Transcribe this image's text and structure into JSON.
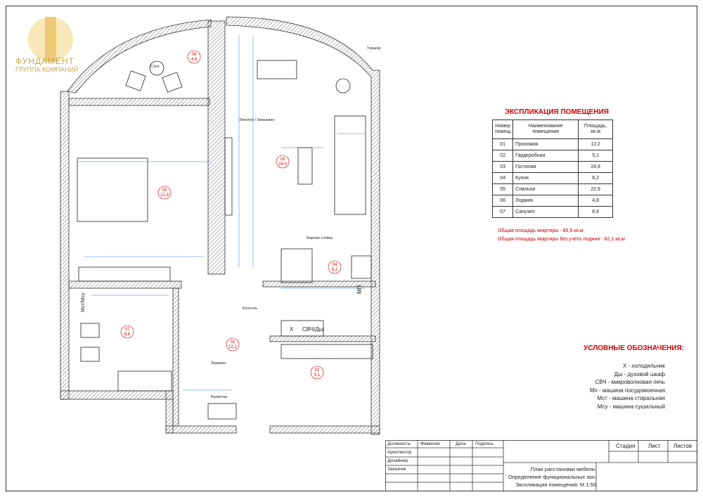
{
  "logo": {
    "name": "ФУНДАМЕНТ",
    "sub": "ГРУППА КОМПАНИЙ"
  },
  "explication": {
    "title": "ЭКСПЛИКАЦИЯ ПОМЕЩЕНИЯ",
    "headers": [
      "Номер помещ",
      "Наименование помещения",
      "Площадь, кв.м"
    ],
    "rows": [
      [
        "01",
        "Прихожая",
        "12,2"
      ],
      [
        "02",
        "Гардеробная",
        "5,1"
      ],
      [
        "03",
        "Гостиная",
        "24,9"
      ],
      [
        "04",
        "Кухня",
        "8,2"
      ],
      [
        "05",
        "Спальня",
        "22,9"
      ],
      [
        "06",
        "Лоджия",
        "4,8"
      ],
      [
        "07",
        "Санузел",
        "8,8"
      ]
    ],
    "total": "Общая площадь квартиры  -  86,9 кв.м",
    "total_no_loggia": "Общая площадь квартиры без учета лоджии  -  82,1 кв.м"
  },
  "legend": {
    "title": "УСЛОВНЫЕ ОБОЗНАЧЕНИЯ:",
    "items": [
      "Х  - холодильник",
      "Дш - духовой шкаф",
      "СВЧ - микроволновая печь",
      "Мп - машина посудомоечная",
      "Мст - машина стиральная",
      "Мсу - машина сушильный"
    ]
  },
  "plan": {
    "rooms": [
      {
        "num": "06",
        "area": "4,8"
      },
      {
        "num": "05",
        "area": "22,9"
      },
      {
        "num": "03",
        "area": "24,9"
      },
      {
        "num": "04",
        "area": "8,2"
      },
      {
        "num": "07",
        "area": "8,8"
      },
      {
        "num": "01",
        "area": "12,2"
      },
      {
        "num": "02",
        "area": "5,1"
      }
    ],
    "labels": {
      "torsher": "Торшер",
      "stol": "Стол",
      "electro": "Электро / биокамин",
      "bar": "Барная стойка",
      "konsol": "Консоль",
      "zerkalo": "Зеркало",
      "banketka": "Банкетка",
      "mst": "Мст/Мсу",
      "mp": "МП",
      "x": "Х",
      "svch": "СВЧ/Дш"
    }
  },
  "stamp": {
    "cols": [
      "Должность",
      "Фамилия",
      "Дата",
      "Подпись"
    ],
    "roles": [
      "Архитектор",
      "Дизайнер",
      "Заказчик"
    ],
    "right_headers": [
      "Стадия",
      "Лист",
      "Листов"
    ],
    "title_lines": [
      "План расстановки мебели.",
      "Определение функциональных зон.",
      "Экспликация помещений.  М 1:50"
    ]
  }
}
